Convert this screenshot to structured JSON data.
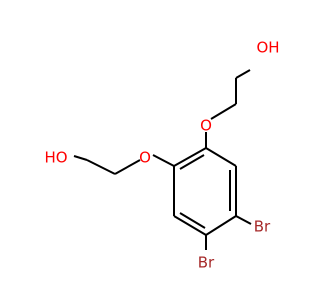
{
  "molecule": {
    "atoms": {
      "hydroxyl_top": "OH",
      "ether_oxygen_top": "O",
      "ether_oxygen_left": "O",
      "hydroxyl_left": "HO",
      "bromine_right": "Br",
      "bromine_bottom": "Br"
    },
    "colors": {
      "bond": "#000000",
      "oxygen": "#ff0000",
      "bromine": "#a62929"
    }
  }
}
